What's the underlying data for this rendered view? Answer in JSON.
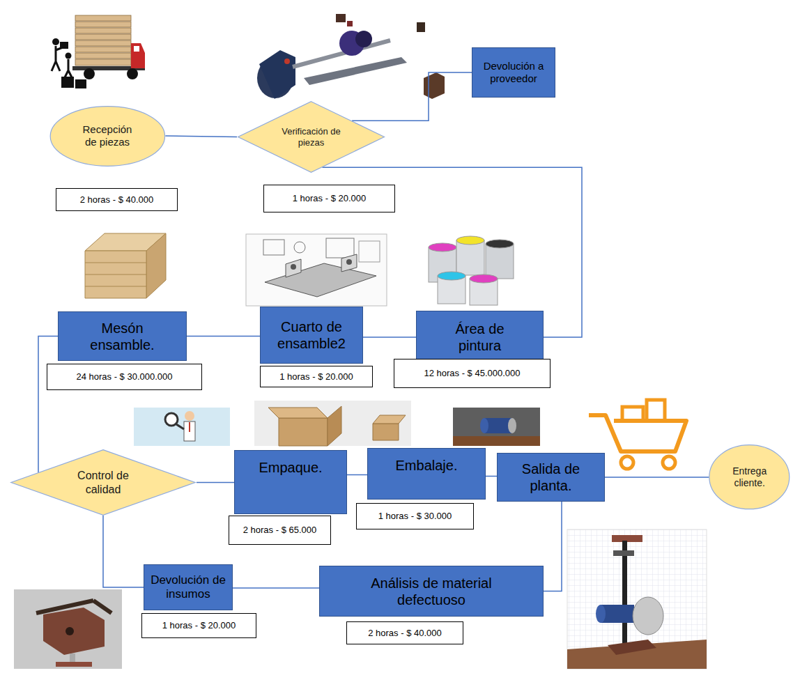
{
  "diagram": {
    "nodes": [
      {
        "text": [
          "Recepción de piezas"
        ]
      },
      {
        "text": [
          "Verificación de piezas"
        ]
      },
      {
        "text": [
          "Devolución a proveedor"
        ]
      },
      {
        "text": [
          "2 horas - $ 40.000"
        ]
      },
      {
        "text": [
          "1 horas - $ 20.000"
        ]
      },
      {
        "text": [
          "Mesón ensamble."
        ]
      },
      {
        "text": [
          "Cuarto de ensamble2"
        ]
      },
      {
        "text": [
          "Área de pintura"
        ]
      },
      {
        "text": [
          "24 horas - $ 30.000.000"
        ]
      },
      {
        "text": [
          "1 horas - $ 20.000"
        ]
      },
      {
        "text": [
          "12 horas - $ 45.000.000"
        ]
      },
      {
        "text": [
          "Control de calidad"
        ]
      },
      {
        "text": [
          "Empaque."
        ]
      },
      {
        "text": [
          "Embalaje."
        ]
      },
      {
        "text": [
          "Salida de planta."
        ]
      },
      {
        "text": [
          "Entrega cliente."
        ]
      },
      {
        "text": [
          "2 horas - $ 65.000"
        ]
      },
      {
        "text": [
          "1 horas - $ 30.000"
        ]
      },
      {
        "text": [
          "Devolución de insumos"
        ]
      },
      {
        "text": [
          "Análisis de material defectuoso"
        ]
      },
      {
        "text": [
          "1 horas - $ 20.000"
        ]
      },
      {
        "text": [
          "2 horas - $ 40.000"
        ]
      }
    ],
    "edges": [
      {
        "from": 0,
        "to": 1,
        "arrow": "none"
      },
      {
        "from": 1,
        "to": 2,
        "arrow": "none"
      },
      {
        "from": 1,
        "to": 7,
        "arrow": "none"
      },
      {
        "from": 7,
        "to": 6,
        "arrow": "none"
      },
      {
        "from": 6,
        "to": 5,
        "arrow": "none"
      },
      {
        "from": 5,
        "to": 11,
        "arrow": "none"
      },
      {
        "from": 11,
        "to": 12,
        "arrow": "none"
      },
      {
        "from": 12,
        "to": 13,
        "arrow": "none"
      },
      {
        "from": 13,
        "to": 14,
        "arrow": "none"
      },
      {
        "from": 14,
        "to": 15,
        "arrow": "none"
      },
      {
        "from": 14,
        "to": 19,
        "arrow": "none"
      },
      {
        "from": 19,
        "to": 18,
        "arrow": "none"
      },
      {
        "from": 18,
        "to": 11,
        "arrow": "none"
      }
    ]
  }
}
